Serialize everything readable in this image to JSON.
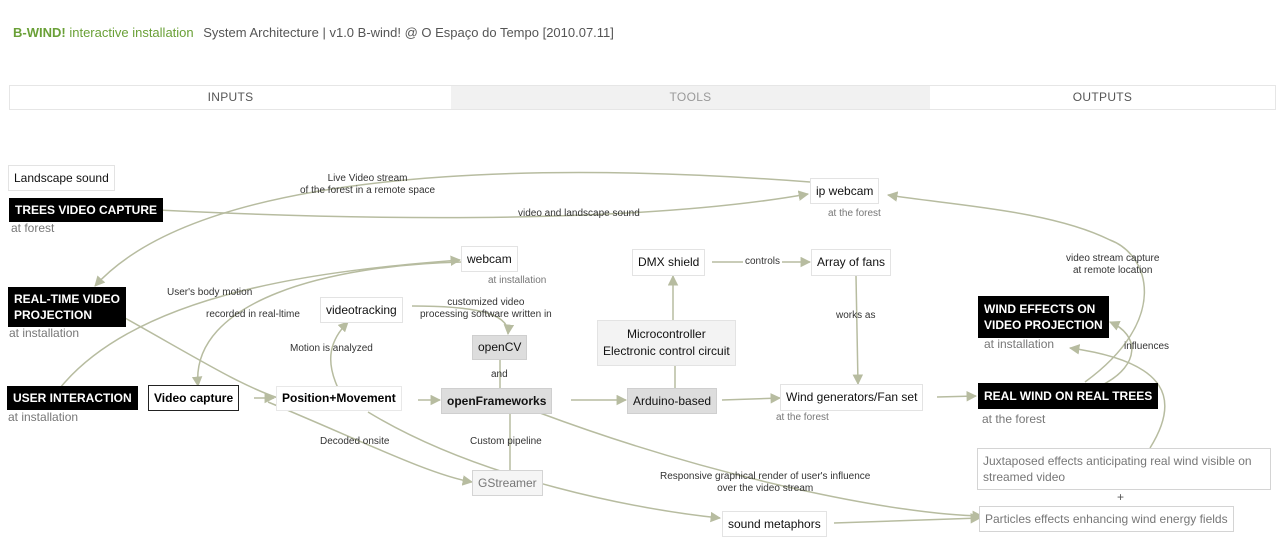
{
  "header": {
    "brand": "B-WIND!",
    "subtitle": "interactive installation",
    "meta": "System Architecture | v1.0 B-wind! @ O Espaço do Tempo [2010.07.11]"
  },
  "columns": {
    "inputs": "INPUTS",
    "tools": "TOOLS",
    "outputs": "OUTPUTS"
  },
  "nodes": {
    "landscape_sound": "Landscape sound",
    "trees_video_capture": "TREES VIDEO CAPTURE",
    "trees_video_capture_sub": "at forest",
    "realtime_projection_l1": "REAL-TIME VIDEO",
    "realtime_projection_l2": "PROJECTION",
    "realtime_projection_sub": "at installation",
    "user_interaction": "USER INTERACTION",
    "user_interaction_sub": "at installation",
    "video_capture": "Video capture",
    "position_movement": "Position+Movement",
    "ip_webcam": "ip webcam",
    "ip_webcam_sub": "at the forest",
    "webcam": "webcam",
    "webcam_sub": "at installation",
    "videotracking": "videotracking",
    "opencv": "openCV",
    "openframeworks": "openFrameworks",
    "gstreamer": "GStreamer",
    "dmx_shield": "DMX shield",
    "microcontroller_l1": "Microcontroller",
    "microcontroller_l2": "Electronic control circuit",
    "arduino": "Arduino-based",
    "array_of_fans": "Array of fans",
    "wind_generators": "Wind generators/Fan set",
    "wind_generators_sub": "at the forest",
    "wind_effects_l1": "WIND EFFECTS ON",
    "wind_effects_l2": "VIDEO PROJECTION",
    "wind_effects_sub": "at installation",
    "real_wind": "REAL WIND ON REAL TREES",
    "real_wind_sub": "at the forest",
    "juxtaposed": "Juxtaposed effects anticipating real wind visible on streamed video",
    "plus": "+",
    "particles": "Particles effects enhancing wind energy fields",
    "sound_metaphors": "sound metaphors"
  },
  "edge_labels": {
    "live_stream_l1": "Live Video stream",
    "live_stream_l2": "of the forest in a remote space",
    "video_landscape": "video and landscape sound",
    "user_body_motion": "User's body motion",
    "recorded": "recorded in real-ltime",
    "motion_analyzed": "Motion is analyzed",
    "customized_l1": "customized video",
    "customized_l2": "processing software written in",
    "and": "and",
    "custom_pipeline": "Custom pipeline",
    "decoded_onsite": "Decoded onsite",
    "responsive_l1": "Responsive graphical render of user's influence",
    "responsive_l2": "over the video stream",
    "controls": "controls",
    "works_as": "works as",
    "stream_capture_l1": "video stream capture",
    "stream_capture_l2": "at remote location",
    "influences": "influences"
  },
  "colors": {
    "brand": "#6aa037",
    "edge": "#b7bca0",
    "node_dark": "#000000",
    "node_gray": "#dddddd"
  }
}
